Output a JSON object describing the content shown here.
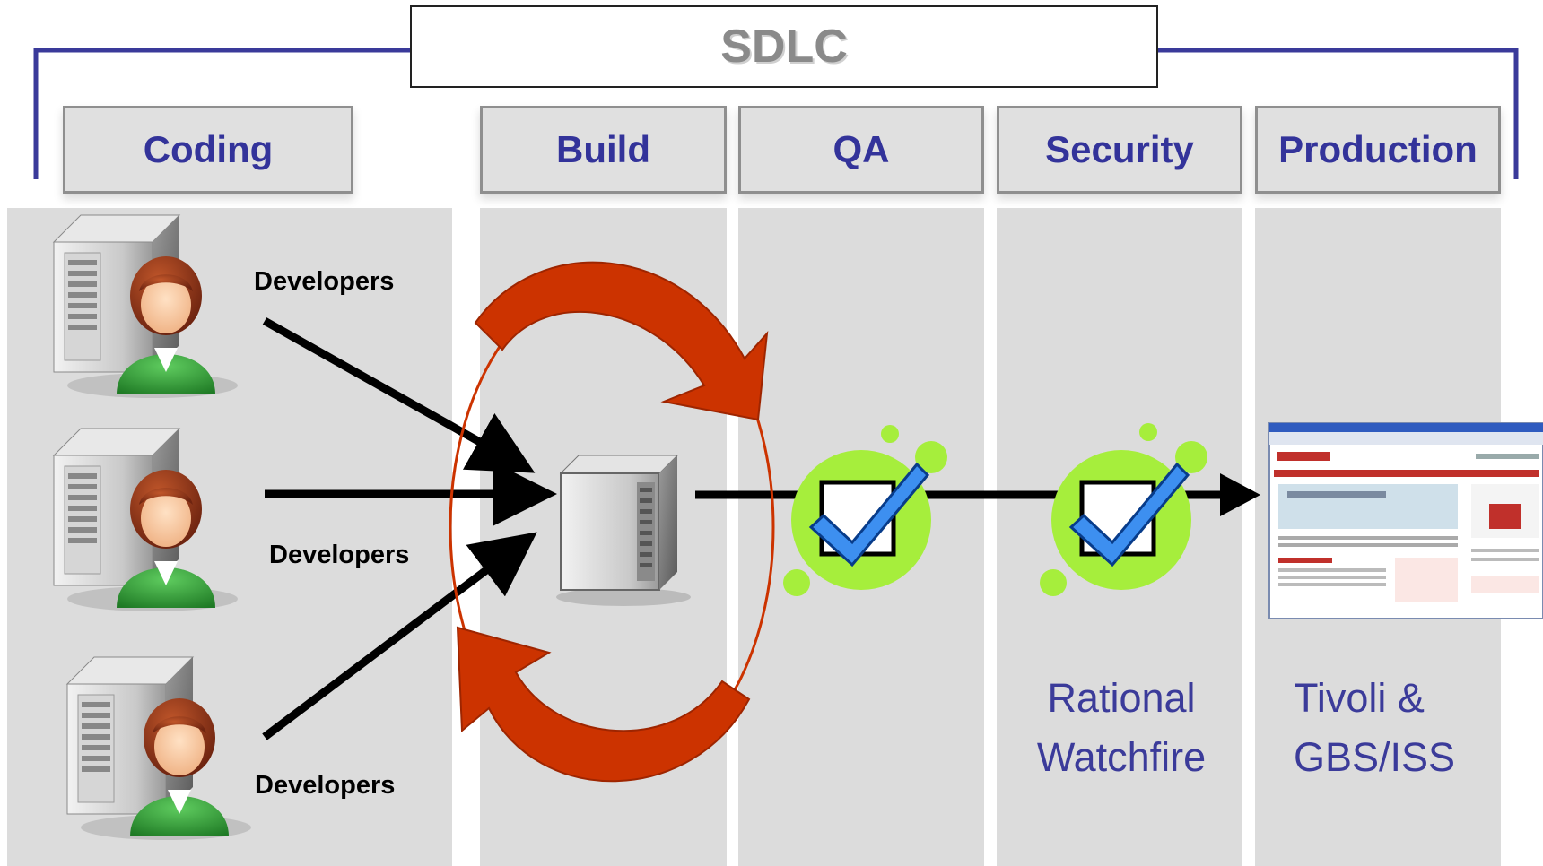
{
  "title": "SDLC",
  "stages": {
    "coding": "Coding",
    "build": "Build",
    "qa": "QA",
    "security": "Security",
    "production": "Production"
  },
  "developers": [
    "Developers",
    "Developers",
    "Developers"
  ],
  "tools": {
    "security_line1": "Rational",
    "security_line2": "Watchfire",
    "production_line1": "Tivoli &",
    "production_line2": "GBS/ISS"
  },
  "colors": {
    "bracket": "#3a3a9a",
    "stage_text": "#33339a",
    "cycle_arrow": "#cc3300",
    "check_blob": "#a6ee3c",
    "check_mark": "#3d8ff0"
  },
  "icons": [
    "developer-workstation-icon",
    "build-server-icon",
    "cycle-arrow-icon",
    "check-icon",
    "website-screenshot-icon"
  ]
}
